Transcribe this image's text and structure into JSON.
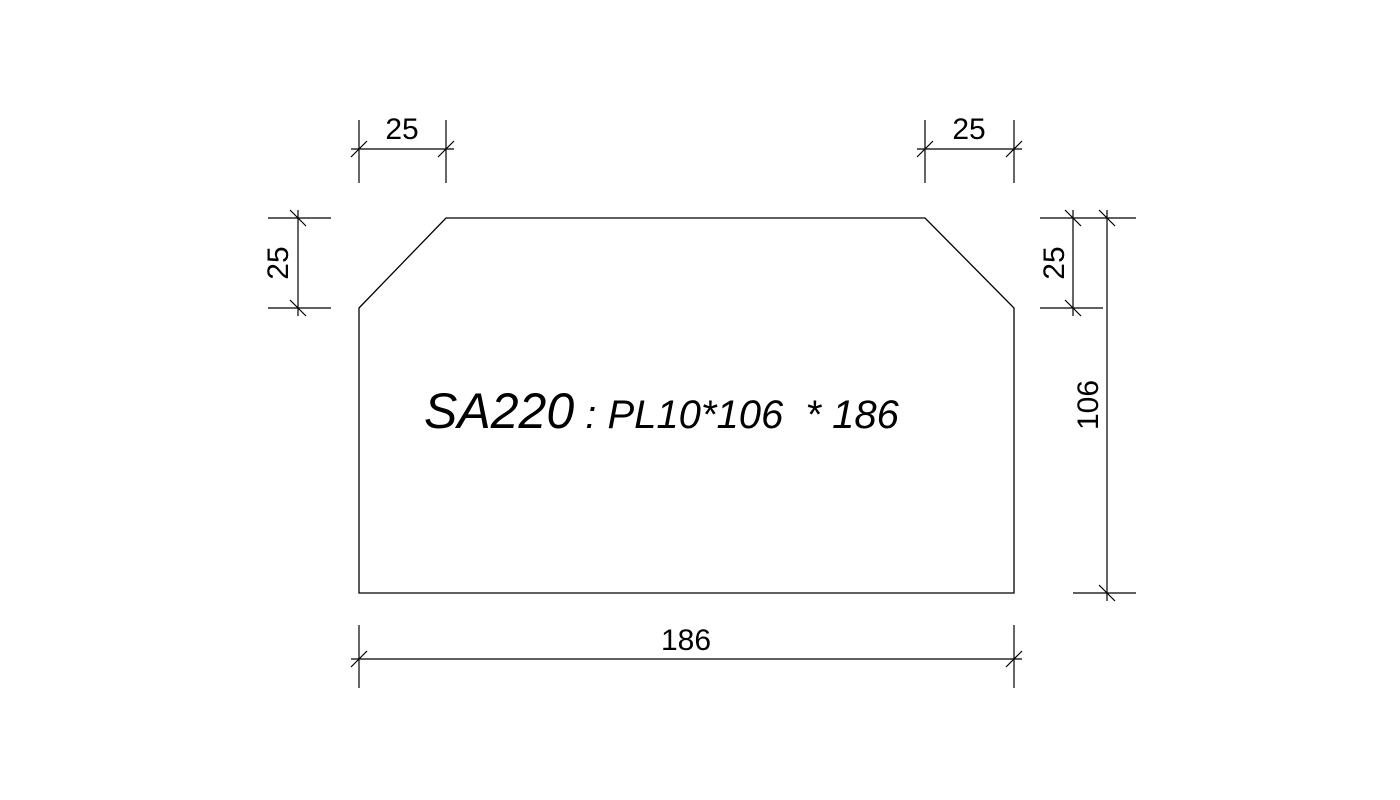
{
  "part": {
    "mark": "SA220",
    "spec": " : PL10*106  * 186"
  },
  "dimensions": {
    "top_left_chamfer_width": "25",
    "top_right_chamfer_width": "25",
    "left_chamfer_height": "25",
    "right_chamfer_height": "25",
    "overall_height": "106",
    "overall_width": "186"
  }
}
